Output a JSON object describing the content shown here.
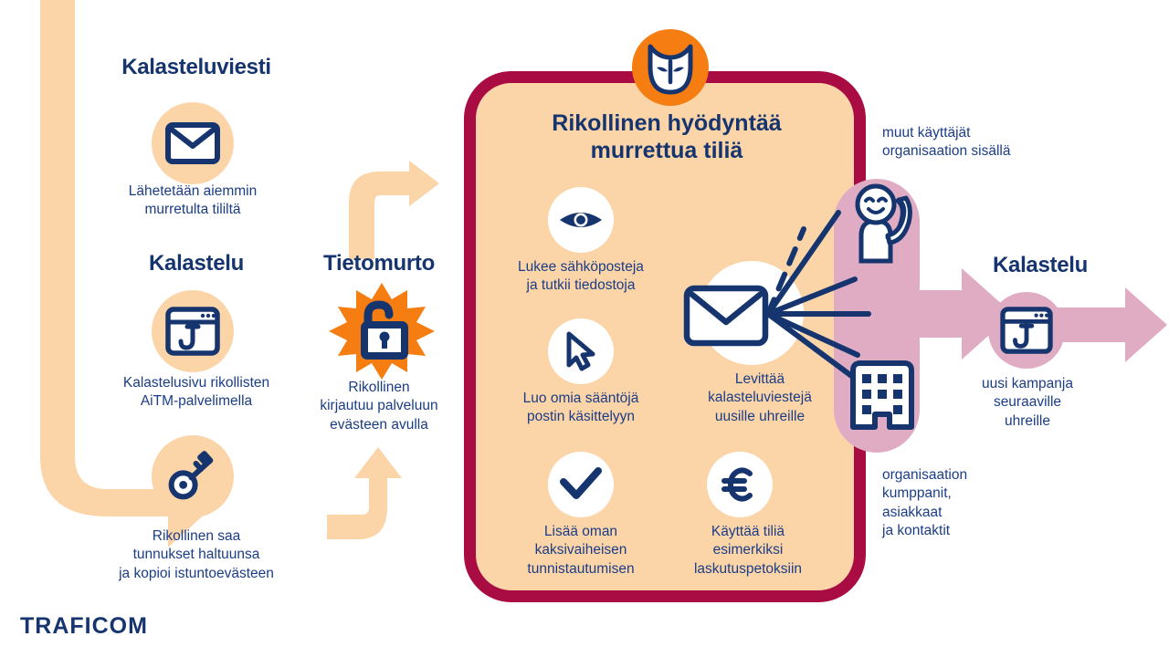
{
  "infographic": {
    "title": "Kalasteluviesti / Tietomurto / Rikollinen hyödyntää murrettua tiliä",
    "brand": {
      "logo_text": "TRAFICOM",
      "navy": "#16356f",
      "peach": "#fbd4a8",
      "orange": "#f57d12",
      "maroon": "#a80c42",
      "pink": "#dfacc4"
    }
  },
  "left_column": {
    "step_phishing_message": {
      "heading": "Kalasteluviesti",
      "icon": "envelope-icon",
      "caption_lines": [
        "Lähetetään aiemmin",
        "murretulta tililtä"
      ]
    },
    "step_phishing_site": {
      "heading": "Kalastelu",
      "icon": "browser-hook-icon",
      "caption_lines": [
        "Kalastelusivu rikollisten",
        "AiTM-palvelimella"
      ]
    },
    "step_credentials": {
      "icon": "key-icon",
      "caption_lines": [
        "Rikollinen saa",
        "tunnukset haltuunsa",
        "ja kopioi istuntoevästeen"
      ]
    }
  },
  "breach_column": {
    "heading": "Tietomurto",
    "icon": "unlocked-padlock-burst-icon",
    "caption_lines": [
      "Rikollinen",
      "kirjautuu palveluun",
      "evästeen avulla"
    ]
  },
  "main_card": {
    "mask_icon": "mask-icon",
    "title_lines": [
      "Rikollinen hyödyntää",
      "murrettua tiliä"
    ],
    "items": [
      {
        "icon": "eye-icon",
        "caption_lines": [
          "Lukee sähköposteja",
          "ja tutkii tiedostoja"
        ]
      },
      {
        "icon": "cursor-icon",
        "caption_lines": [
          "Luo omia sääntöjä",
          "postin käsittelyyn"
        ]
      },
      {
        "icon": "check-icon",
        "caption_lines": [
          "Lisää oman",
          "kaksivaiheisen",
          "tunnistautumisen"
        ]
      },
      {
        "icon": "euro-icon",
        "caption_lines": [
          "Käyttää tiliä",
          "esimerkiksi",
          "laskutuspetoksiin"
        ]
      }
    ],
    "spread": {
      "icon": "envelope-rays-icon",
      "caption_lines": [
        "Levittää",
        "kalasteluviestejä",
        "uusille uhreille"
      ]
    }
  },
  "targets": {
    "top_label_lines": [
      "muut käyttäjät",
      "organisaation sisällä"
    ],
    "person_icon": "waving-person-icon",
    "building_icon": "office-building-icon",
    "bottom_label_lines": [
      "organisaation",
      "kumppanit,",
      "asiakkaat",
      "ja kontaktit"
    ]
  },
  "right_column": {
    "heading": "Kalastelu",
    "icon": "browser-hook-icon",
    "caption_lines": [
      "uusi kampanja",
      "seuraaville",
      "uhreille"
    ]
  }
}
